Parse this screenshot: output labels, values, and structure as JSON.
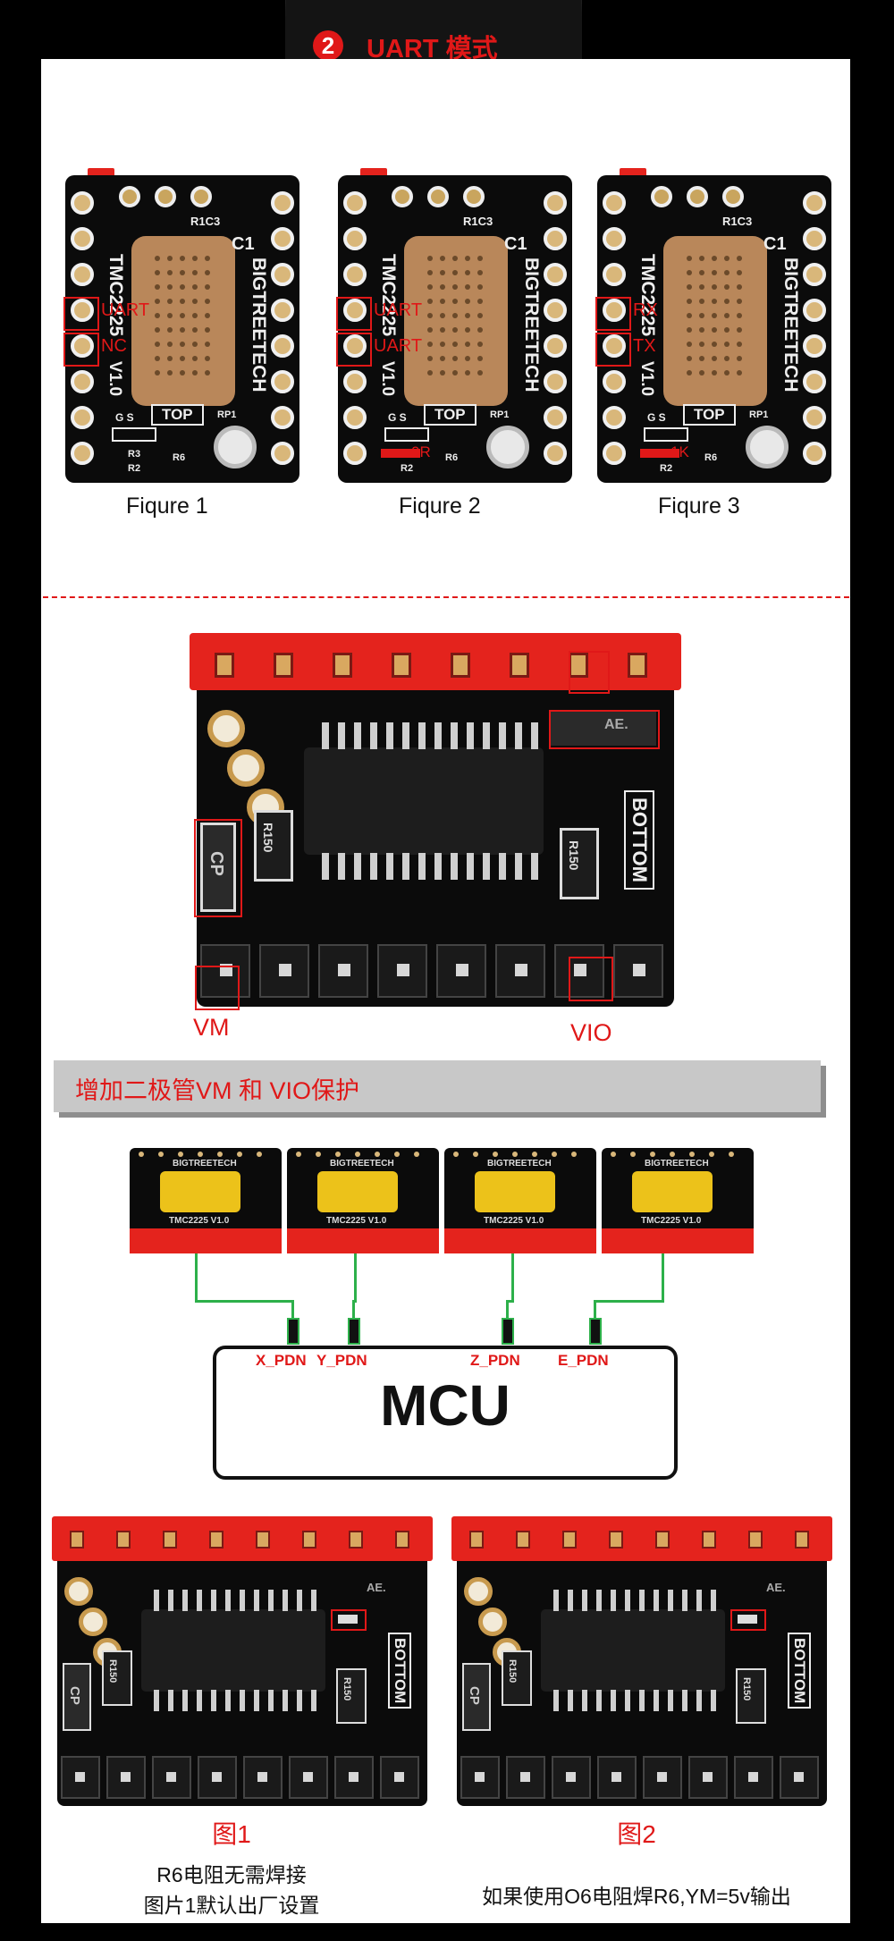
{
  "header": {
    "number": "2",
    "title": "UART 模式"
  },
  "figures_top": [
    {
      "caption": "Fiqure 1",
      "pin_labels": [
        "UART",
        "NC"
      ],
      "resistor_label": ""
    },
    {
      "caption": "Fiqure 2",
      "pin_labels": [
        "UART",
        "UART"
      ],
      "resistor_label": "0R"
    },
    {
      "caption": "Fiqure 3",
      "pin_labels": [
        "RX",
        "TX"
      ],
      "resistor_label": "1K"
    }
  ],
  "board_silk": {
    "chip": "TMC2225",
    "version": "V1.0",
    "brand": "BIGTREETECH",
    "top": "TOP",
    "r1c3": "R1C3",
    "c1": "C1",
    "rp1": "RP1",
    "gs": "G S",
    "r3": "R3",
    "r2": "R2",
    "r6": "R6",
    "bottom": "BOTTOM",
    "cp": "CP",
    "r150": "R150",
    "ae": "AE.",
    "small_label": "TMC2225 V1.0"
  },
  "bottom_view": {
    "vm_label": "VM",
    "vio_label": "VIO"
  },
  "banner": {
    "text": "增加二极管VM 和 VIO保护"
  },
  "mcu_diagram": {
    "mcu_label": "MCU",
    "pins": [
      "X_PDN",
      "Y_PDN",
      "Z_PDN",
      "E_PDN"
    ]
  },
  "figures_bottom": [
    {
      "title": "图1",
      "lines": [
        "R6电阻无需焊接",
        "图片1默认出厂设置"
      ]
    },
    {
      "title": "图2",
      "lines": [
        "如果使用O6电阻焊R6,YM=5v输出"
      ]
    }
  ],
  "colors": {
    "accent": "#e01818",
    "pcb": "#0b0b0b",
    "header_strip": "#e4231d",
    "wire": "#2db04a",
    "banner": "#c8c8c8"
  }
}
